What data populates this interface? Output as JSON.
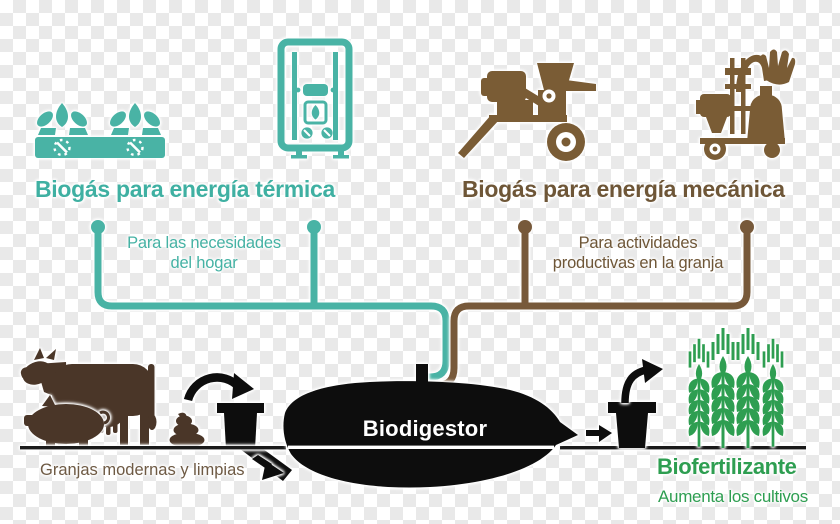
{
  "background": {
    "checker_light": "#ffffff",
    "checker_gray": "#e9e9e9"
  },
  "thermal": {
    "color": "#45b2a4",
    "heading": "Biogás para energía térmica",
    "note_line1": "Para las necesidades",
    "note_line2": "del hogar",
    "icons": [
      "gas-stove-icon",
      "water-heater-icon"
    ]
  },
  "mechanical": {
    "color": "#6e5637",
    "heading": "Biogás para energía mecánica",
    "note_line1": "Para actividades",
    "note_line2": "productivas en la granja",
    "icons": [
      "feed-grinder-icon",
      "milking-machine-icon"
    ]
  },
  "process": {
    "digester_label": "Biodigestor",
    "digester_color": "#0d0d0d",
    "digester_label_color": "#ffffff",
    "farm_caption": "Granjas modernas y limpias",
    "farm_caption_color": "#6e5a44",
    "animals_color": "#4a3628",
    "icons": [
      "cow-icon",
      "pig-icon",
      "manure-icon",
      "inlet-hopper-icon",
      "outlet-bucket-icon"
    ]
  },
  "fertilizer": {
    "color": "#2e9e51",
    "heading": "Biofertilizante",
    "caption": "Aumenta los cultivos",
    "icon": "wheat-crops-icon"
  }
}
